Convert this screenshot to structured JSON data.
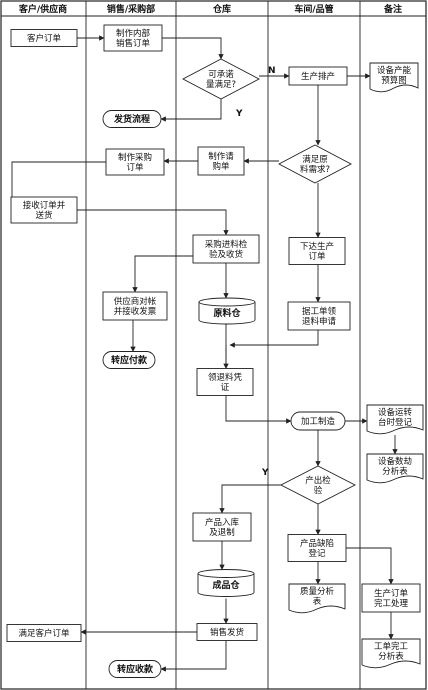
{
  "lanes": [
    {
      "id": "customer",
      "label": "客户/供应商"
    },
    {
      "id": "sales",
      "label": "销售/采购部"
    },
    {
      "id": "warehouse",
      "label": "仓库"
    },
    {
      "id": "workshop",
      "label": "车间/品管"
    },
    {
      "id": "notes",
      "label": "备注"
    }
  ],
  "nodes": {
    "customer_order": {
      "label": [
        "客户订单"
      ]
    },
    "internal_order": {
      "label": [
        "制作内部",
        "销售订单"
      ]
    },
    "stock_decision": {
      "label": [
        "可承诺",
        "量满足?"
      ]
    },
    "production_schedule": {
      "label": [
        "生产排产"
      ]
    },
    "capacity_chart": {
      "label": [
        "设备产能",
        "预算图"
      ]
    },
    "shipping_flow": {
      "label": [
        "发货流程"
      ]
    },
    "material_decision": {
      "label": [
        "满足原",
        "料需求?"
      ]
    },
    "request_purchase": {
      "label": [
        "制作请",
        "购单"
      ]
    },
    "purchase_order": {
      "label": [
        "制作采购",
        "订单"
      ]
    },
    "supplier_ship": {
      "label": [
        "接收订单并",
        "送货"
      ]
    },
    "incoming_inspection": {
      "label": [
        "采购进料检",
        "验及收货"
      ]
    },
    "issue_work_order": {
      "label": [
        "下达生产",
        "订单"
      ]
    },
    "invoice_check": {
      "label": [
        "供应商对帐",
        "并接收发票"
      ]
    },
    "raw_warehouse": {
      "label": [
        "原料仓"
      ]
    },
    "material_request": {
      "label": [
        "据工单领",
        "退料申请"
      ]
    },
    "payable": {
      "label": [
        "转应付款"
      ]
    },
    "issue_voucher": {
      "label": [
        "领退料凭",
        "证"
      ]
    },
    "processing": {
      "label": [
        "加工制造"
      ]
    },
    "equipment_log": {
      "label": [
        "设备运转",
        "台时登记"
      ]
    },
    "equipment_analysis": {
      "label": [
        "设备数劫",
        "分析表"
      ]
    },
    "qc_decision": {
      "label": [
        "产出检",
        "验"
      ]
    },
    "product_receipt": {
      "label": [
        "产品入库",
        "及退制"
      ]
    },
    "defect_log": {
      "label": [
        "产品缺陷",
        "登记"
      ]
    },
    "finished_warehouse": {
      "label": [
        "成品仓"
      ]
    },
    "quality_report": {
      "label": [
        "质量分析",
        "表"
      ]
    },
    "order_complete": {
      "label": [
        "生产订单",
        "完工处理"
      ]
    },
    "work_order_analysis": {
      "label": [
        "工单完工",
        "分析表"
      ]
    },
    "sales_shipment": {
      "label": [
        "销售发货"
      ]
    },
    "customer_fulfilled": {
      "label": [
        "满足客户订单"
      ]
    },
    "receivable": {
      "label": [
        "转应收款"
      ]
    }
  },
  "branch_labels": {
    "stock_no": "N",
    "stock_yes": "Y",
    "qc_yes": "Y"
  }
}
